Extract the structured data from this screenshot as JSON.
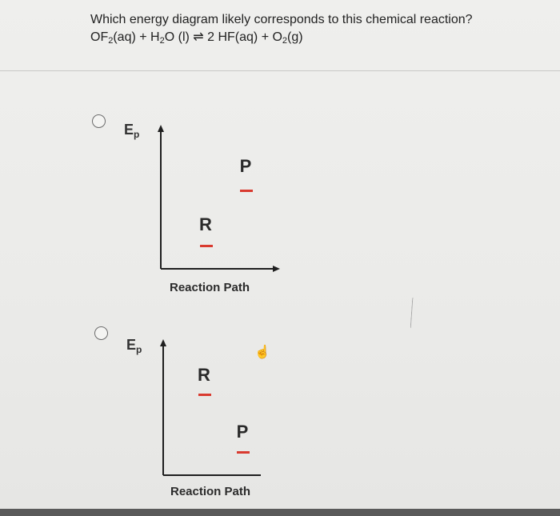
{
  "question": {
    "line1": "Which energy diagram likely corresponds to this chemical reaction?",
    "eq": {
      "of": "OF",
      "of_sub": "2",
      "aq1": "(aq) + H",
      "h_sub": "2",
      "o": "O (l) ",
      "arrow": "⇌",
      "hf": " 2 HF(aq) + O",
      "o_sub": "2",
      "g": "(g)"
    }
  },
  "options": [
    {
      "y_label": "E",
      "y_sub": "p",
      "reactant_label": "R",
      "product_label": "P",
      "x_label": "Reaction Path"
    },
    {
      "y_label": "E",
      "y_sub": "p",
      "reactant_label": "R",
      "product_label": "P",
      "x_label": "Reaction Path"
    }
  ],
  "colors": {
    "level_line": "#d93a2f",
    "axis": "#1f1f1f"
  },
  "icons": {
    "cursor": "pointer-hand-icon"
  }
}
